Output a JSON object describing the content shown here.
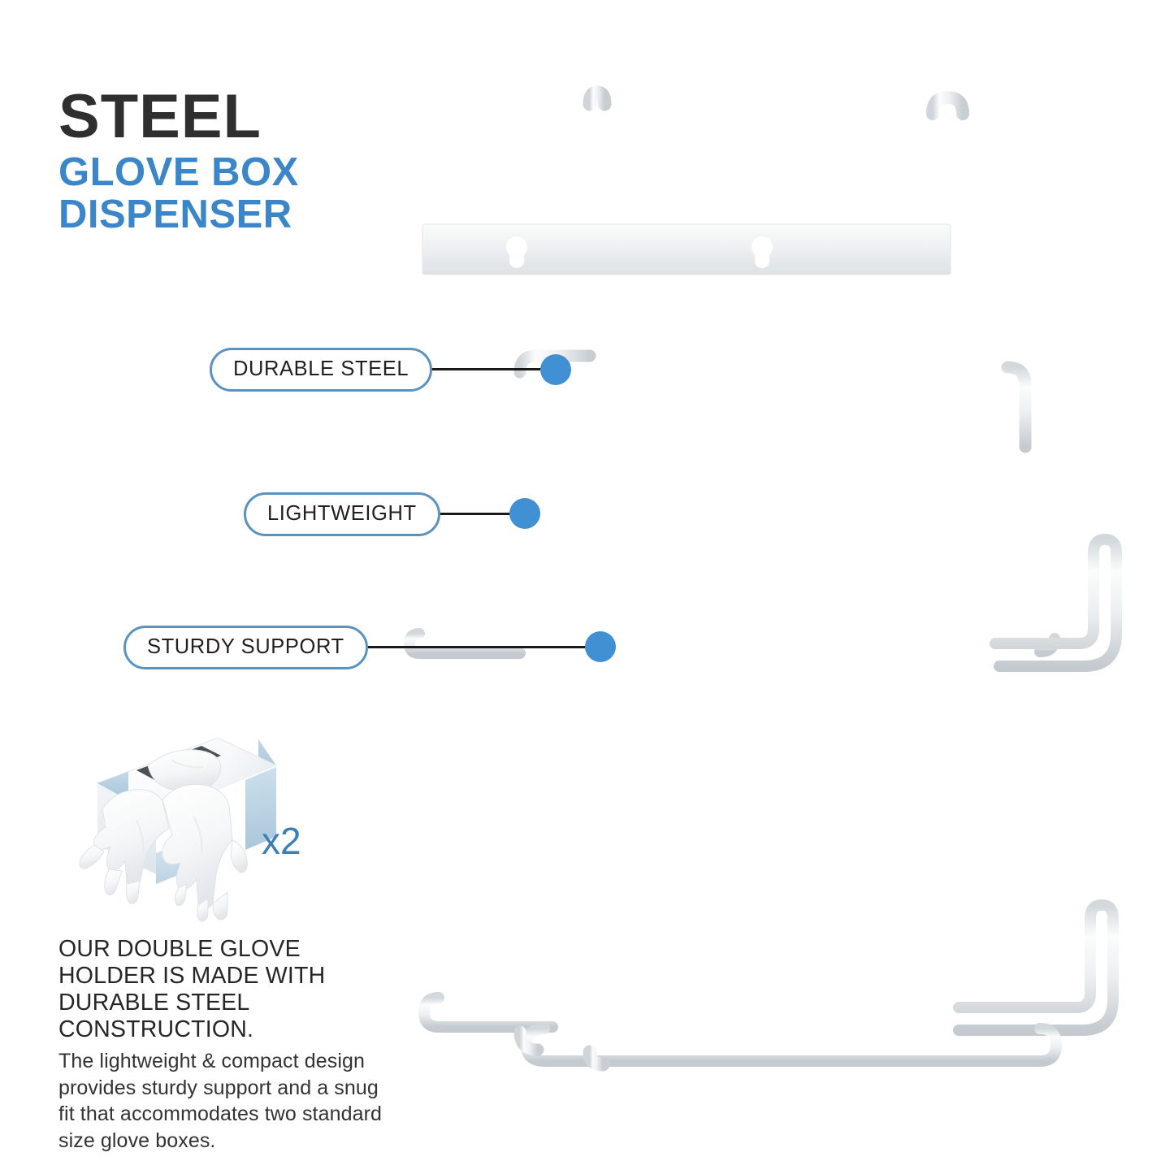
{
  "headline": {
    "line1": "STEEL",
    "line2": "GLOVE BOX",
    "line3": "DISPENSER"
  },
  "callouts": [
    {
      "id": "durable-steel",
      "label": "DURABLE STEEL"
    },
    {
      "id": "lightweight",
      "label": "LIGHTWEIGHT"
    },
    {
      "id": "sturdy-support",
      "label": "STURDY SUPPORT"
    }
  ],
  "quantity_badge": "x2",
  "description": {
    "heading": "OUR DOUBLE GLOVE HOLDER IS MADE WITH DURABLE STEEL CONSTRUCTION.",
    "body": "The lightweight & compact design provides sturdy support and a snug fit that accommodates two standard size glove boxes."
  },
  "colors": {
    "accent_blue": "#3a86c8",
    "dot_blue": "#4190d4",
    "pill_border": "#5a93bf",
    "headline_dark": "#2f2f2f",
    "body_text": "#333333",
    "wire_white": "#f2f4f5",
    "wire_shadow": "#c9cfd3",
    "box_blue": "#a8c6dd",
    "background": "#ffffff"
  },
  "product": {
    "name": "steel glove box dispenser wire rack",
    "mount_plate_keyholes": 2,
    "side_hooks": 2
  }
}
